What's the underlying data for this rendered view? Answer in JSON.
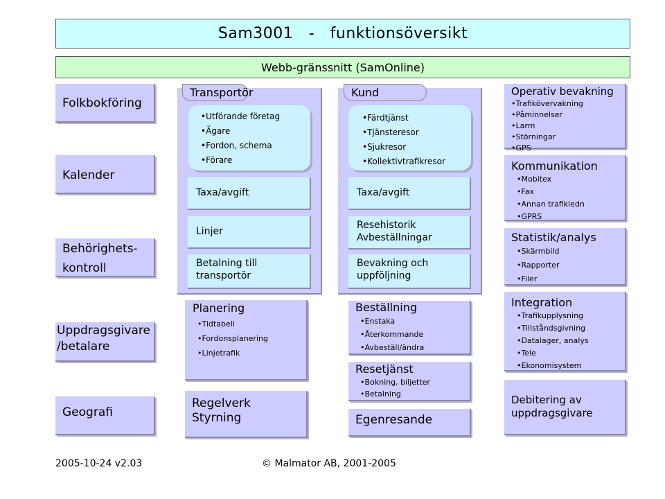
{
  "title": "Sam3001   -   funktionsöversikt",
  "web_interface": "Webb-gränssnitt (SamOnline)",
  "left": {
    "folkbokforing": "Folkbokföring",
    "kalender": "Kalender",
    "behorighet_line1": "Behörighets-",
    "behorighet_line2": "kontroll",
    "uppdrag_line1": "Uppdragsgivare",
    "uppdrag_line2": "/betalare",
    "geografi": "Geografi"
  },
  "transportor": {
    "tab": "Transportör",
    "items": [
      "Utförande företag",
      "Ägare",
      "Fordon, schema",
      "Förare"
    ],
    "taxa": "Taxa/avgift",
    "linjer": "Linjer",
    "betalning_line1": "Betalning till",
    "betalning_line2": "transportör"
  },
  "kund": {
    "tab": "Kund",
    "items": [
      "Färdtjänst",
      "Tjänsteresor",
      "Sjukresor",
      "Kollektivtrafikresor"
    ],
    "taxa": "Taxa/avgift",
    "resehistorik_line1": "Resehistorik",
    "resehistorik_line2": "Avbeställningar",
    "bevakning_line1": "Bevakning och",
    "bevakning_line2": "uppföljning"
  },
  "planering": {
    "title": "Planering",
    "items": [
      "Tidtabell",
      "Fordonsplanering",
      "Linjetrafik"
    ]
  },
  "regelverk": {
    "line1": "Regelverk",
    "line2": "Styrning"
  },
  "bestallning": {
    "title": "Beställning",
    "items": [
      "Enstaka",
      "Återkommande",
      "Avbeställ/ändra"
    ]
  },
  "resetjanst": {
    "title": "Resetjänst",
    "items": [
      "Bokning, biljetter",
      "Betalning"
    ]
  },
  "egenresande": "Egenresande",
  "operativ": {
    "title": "Operativ bevakning",
    "items": [
      "Trafikövervakning",
      "Påminnelser",
      "Larm",
      "Störningar",
      "GPS"
    ]
  },
  "kommunikation": {
    "title": "Kommunikation",
    "items": [
      "Mobitex",
      "Fax",
      "Annan trafikledn",
      "GPRS"
    ]
  },
  "statistik": {
    "title": "Statistik/analys",
    "items": [
      "Skärmbild",
      "Rapporter",
      "Filer"
    ]
  },
  "integration": {
    "title": "Integration",
    "items": [
      "Trafikupplysning",
      "Tillståndsgivning",
      "Datalager, analys",
      "Tele",
      "Ekonomisystem"
    ]
  },
  "debitering": {
    "line1": "Debitering av",
    "line2": "uppdragsgivare"
  },
  "footer": {
    "version": "2005-10-24 v2.03",
    "copyright": "© Malmator AB, 2001-2005"
  }
}
